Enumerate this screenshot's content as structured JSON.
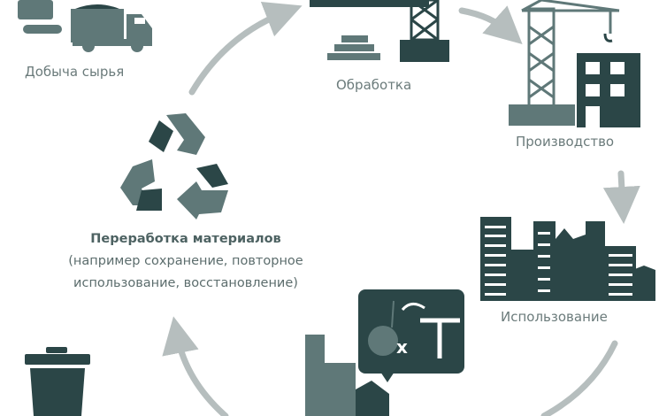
{
  "stages": {
    "extraction": "Добыча сырья",
    "processing": "Обработка",
    "production": "Производство",
    "usage": "Использование"
  },
  "recycling": {
    "title": "Переработка материалов",
    "line1": "(например сохранение, повторное",
    "line2": "использование, восстановление)"
  },
  "demolition_badge": "x",
  "colors": {
    "dark": "#2b4647",
    "medium": "#5f7878",
    "arrow": "#b6bebe",
    "text": "#6b7b7b"
  }
}
